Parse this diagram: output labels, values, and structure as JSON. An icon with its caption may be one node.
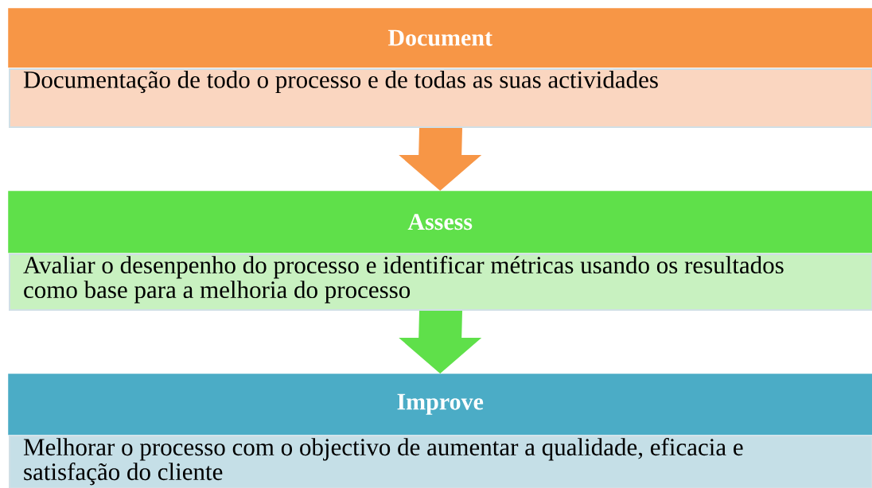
{
  "diagram": {
    "nodes": [
      {
        "text": [
          "Document"
        ]
      },
      {
        "text": [
          "Documentação de todo o processo e de todas as suas actividades"
        ]
      },
      {
        "text": [
          "Assess"
        ]
      },
      {
        "text": [
          "Avaliar o desenpenho do processo e identificar métricas usando os resultados como base para a melhoria do processo"
        ]
      },
      {
        "text": [
          "Improve"
        ]
      },
      {
        "text": [
          "Melhorar o processo com o objectivo de   aumentar a qualidade, eficacia  e satisfação do cliente"
        ]
      }
    ],
    "edges": [
      {
        "from": 1,
        "to": 2,
        "arrow": "to",
        "color": "#f79646"
      },
      {
        "from": 3,
        "to": 4,
        "arrow": "to",
        "color": "#5fe04a"
      }
    ]
  }
}
